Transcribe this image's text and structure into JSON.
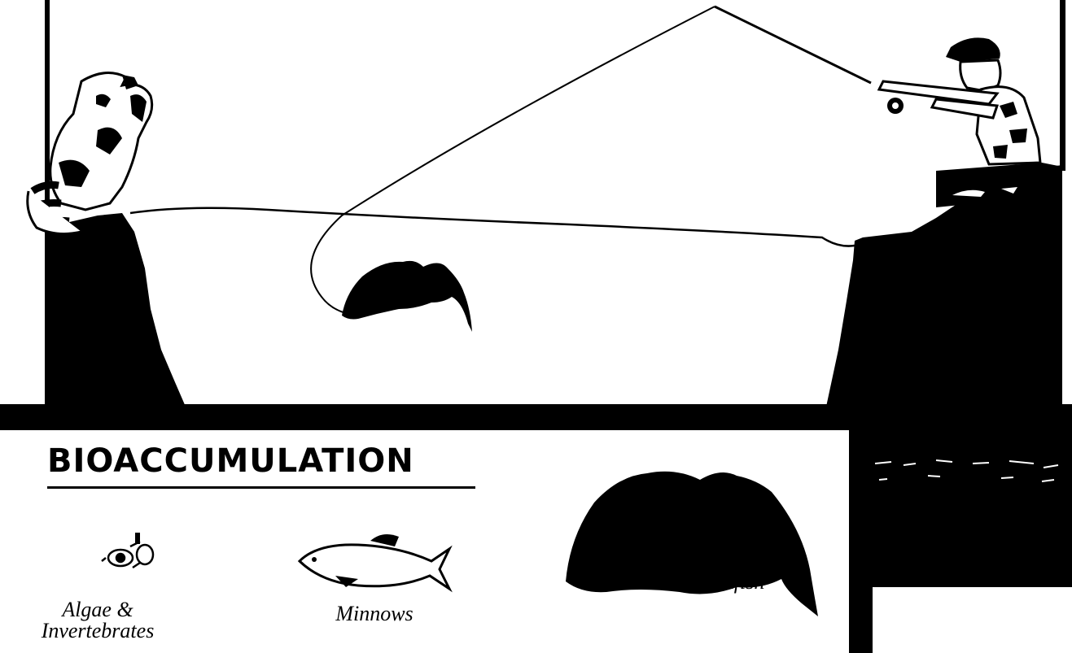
{
  "title": "BIOACCUMULATION",
  "levels": [
    {
      "caption": "Algae & Invertebrates",
      "icon": "algae-icon"
    },
    {
      "caption": "Minnows",
      "icon": "minnow-icon"
    },
    {
      "caption": "Bass, Sunfish",
      "icon": "bass-icon"
    }
  ],
  "scene": {
    "figures": [
      "raccoon-icon",
      "angler-icon",
      "leaping-fish-icon"
    ],
    "colors": {
      "ink": "#000000",
      "paper": "#ffffff"
    }
  }
}
